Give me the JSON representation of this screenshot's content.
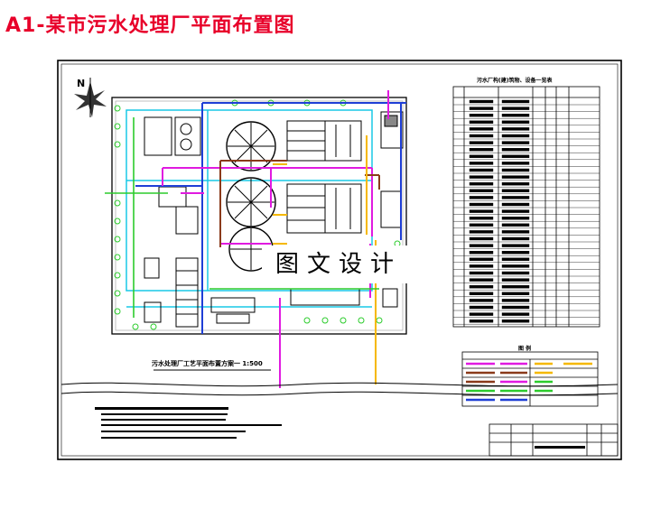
{
  "page": {
    "title": "A1-某市污水处理厂平面布置图"
  },
  "plan": {
    "north_label": "N",
    "caption": "污水处理厂工艺平面布置方案一 1:500",
    "table_title": "污水厂构(建)筑物、设备一览表",
    "legend_title": "图 例"
  },
  "watermark": {
    "text": "图文设计"
  },
  "colors": {
    "title_red": "#e8002a",
    "pipe_blue": "#1f3fd6",
    "pipe_magenta": "#e01ae0",
    "pipe_yellow": "#f5b800",
    "pipe_cyan": "#19c8e6",
    "pipe_green": "#2ccc2c",
    "pipe_brown": "#8a3a1a",
    "table_black": "#000000"
  }
}
